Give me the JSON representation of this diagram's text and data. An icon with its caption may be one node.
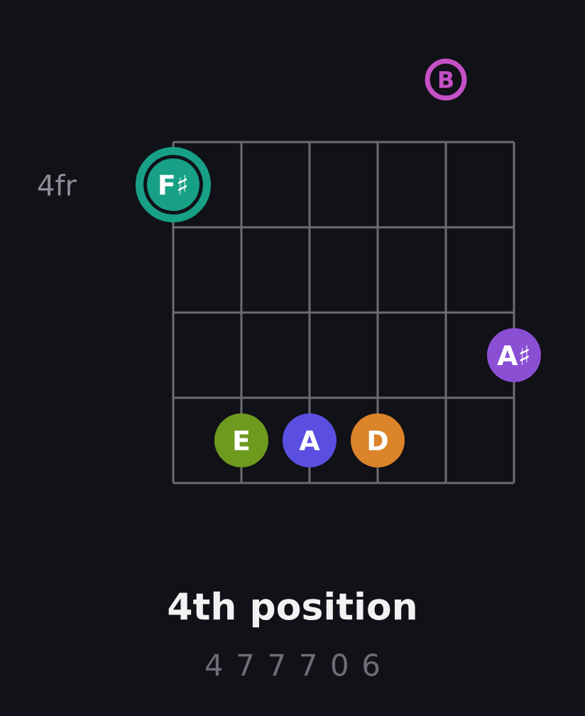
{
  "diagram": {
    "title": "4th position",
    "nodes": [
      {
        "text": [
          "B"
        ]
      },
      {
        "text": [
          "F♯"
        ]
      },
      {
        "text": [
          "A♯"
        ]
      },
      {
        "text": [
          "E"
        ]
      },
      {
        "text": [
          "A"
        ]
      },
      {
        "text": [
          "D"
        ]
      }
    ],
    "labels": [
      "4fr",
      "4 7 7 7 0 6"
    ]
  }
}
